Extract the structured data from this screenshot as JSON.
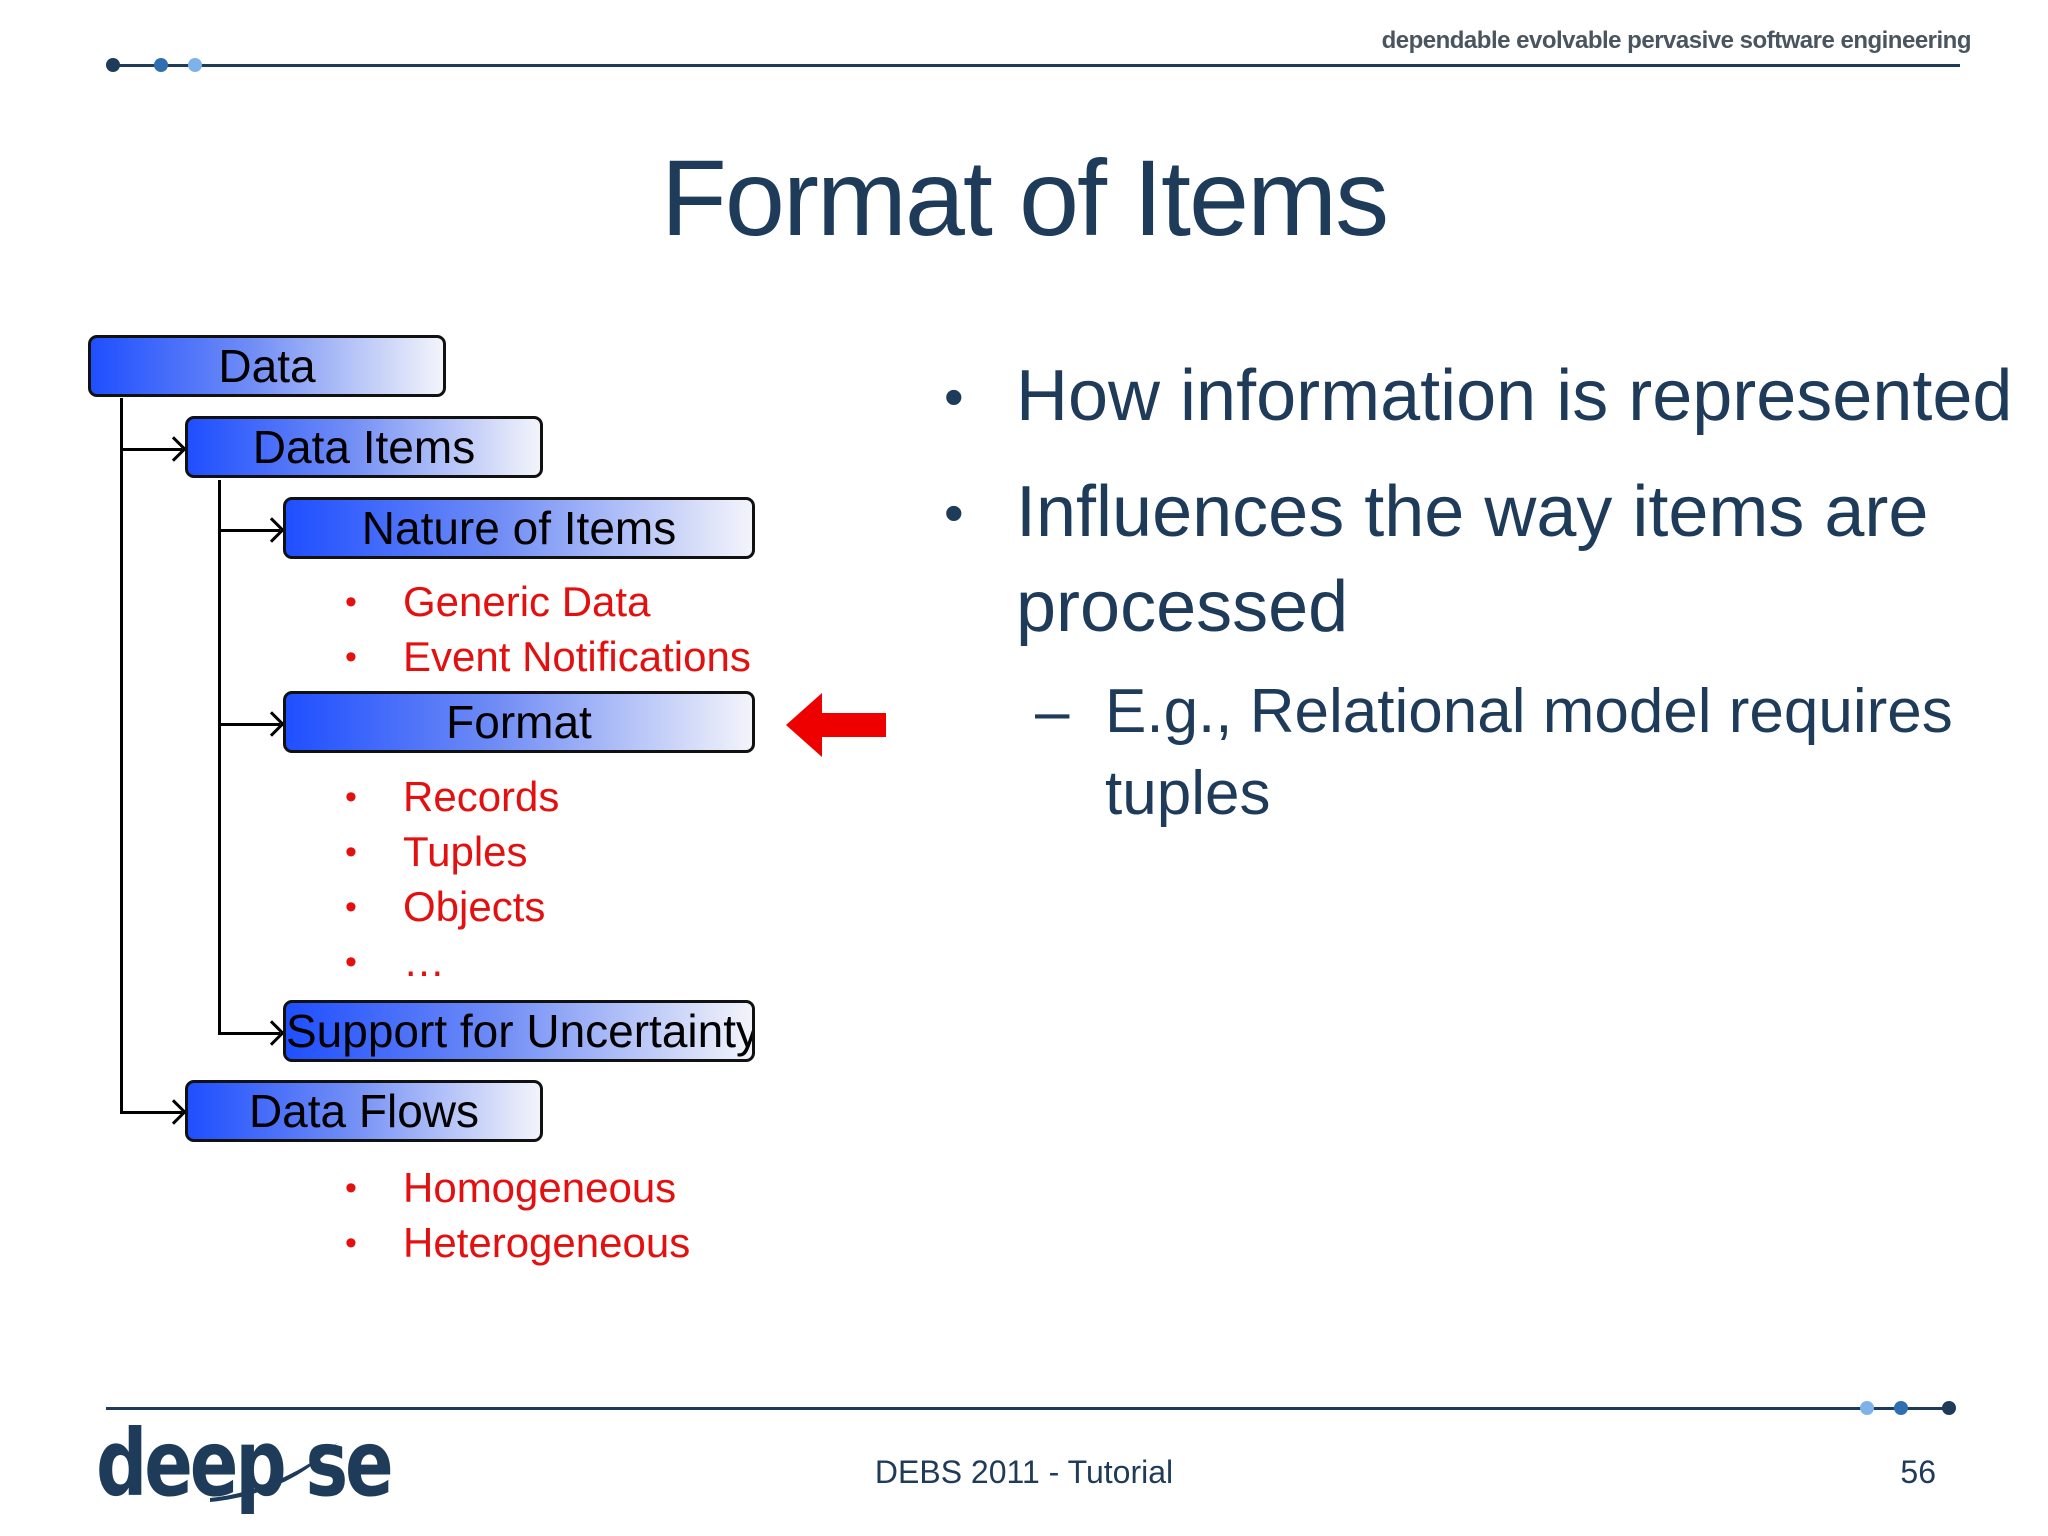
{
  "header": {
    "tagline": "dependable evolvable pervasive software engineering"
  },
  "slide": {
    "title": "Format of Items"
  },
  "tree": {
    "data": "Data",
    "data_items": "Data Items",
    "nature_of_items": "Nature of Items",
    "nature_list": [
      "Generic Data",
      "Event Notifications"
    ],
    "format": "Format",
    "format_list": [
      "Records",
      "Tuples",
      "Objects",
      "…"
    ],
    "support_uncertainty": "Support for Uncertainty",
    "data_flows": "Data Flows",
    "flows_list": [
      "Homogeneous",
      "Heterogeneous"
    ]
  },
  "bullets": {
    "b1": "How information is represented",
    "b2_line1": "Influences the way items are",
    "b2_line2": "processed",
    "sub_line1": "E.g., Relational model requires",
    "sub_line2": "tuples",
    "bullet_char": "•",
    "dash_char": "–"
  },
  "footer": {
    "center": "DEBS 2011 - Tutorial",
    "page": "56",
    "logo": "deep se"
  },
  "colors": {
    "navy": "#1f3b5a",
    "red": "#e41010",
    "box_blue": "#1f4fff",
    "dot_light": "#7fb2e8"
  }
}
